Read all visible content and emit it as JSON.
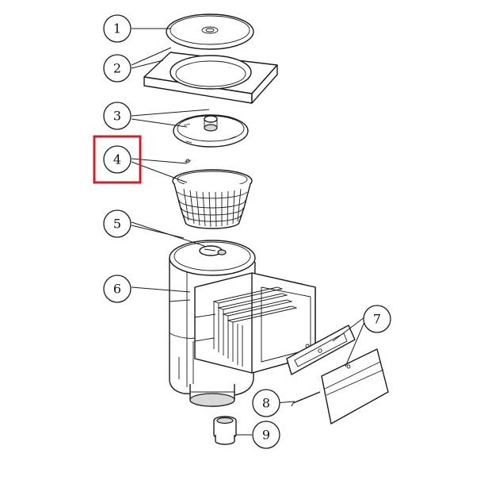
{
  "colors": {
    "highlight": "#d0202a",
    "line": "#1a1a1a"
  },
  "callouts": [
    {
      "label": "1"
    },
    {
      "label": "2"
    },
    {
      "label": "3"
    },
    {
      "label": "4",
      "highlighted": true
    },
    {
      "label": "5"
    },
    {
      "label": "6"
    },
    {
      "label": "7"
    },
    {
      "label": "8"
    },
    {
      "label": "9"
    }
  ]
}
